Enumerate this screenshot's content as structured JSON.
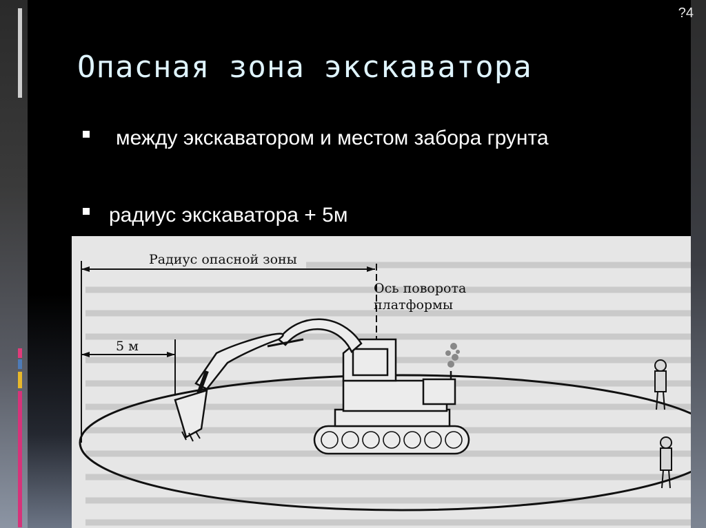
{
  "slide": {
    "page_number": "?4",
    "title": "Опасная зона экскаватора",
    "bullets": [
      "между экскаватором и местом забора грунта",
      "радиус экскаватора + 5м"
    ]
  },
  "figure": {
    "labels": {
      "danger_radius": "Радиус опасной зоны",
      "rotation_axis_line1": "Ось поворота",
      "rotation_axis_line2": "платформы",
      "distance": "5 м"
    }
  },
  "colors": {
    "background": "#000000",
    "title": "#dff4ff",
    "text": "#ffffff",
    "figure_bg": "#e6e6e6"
  }
}
